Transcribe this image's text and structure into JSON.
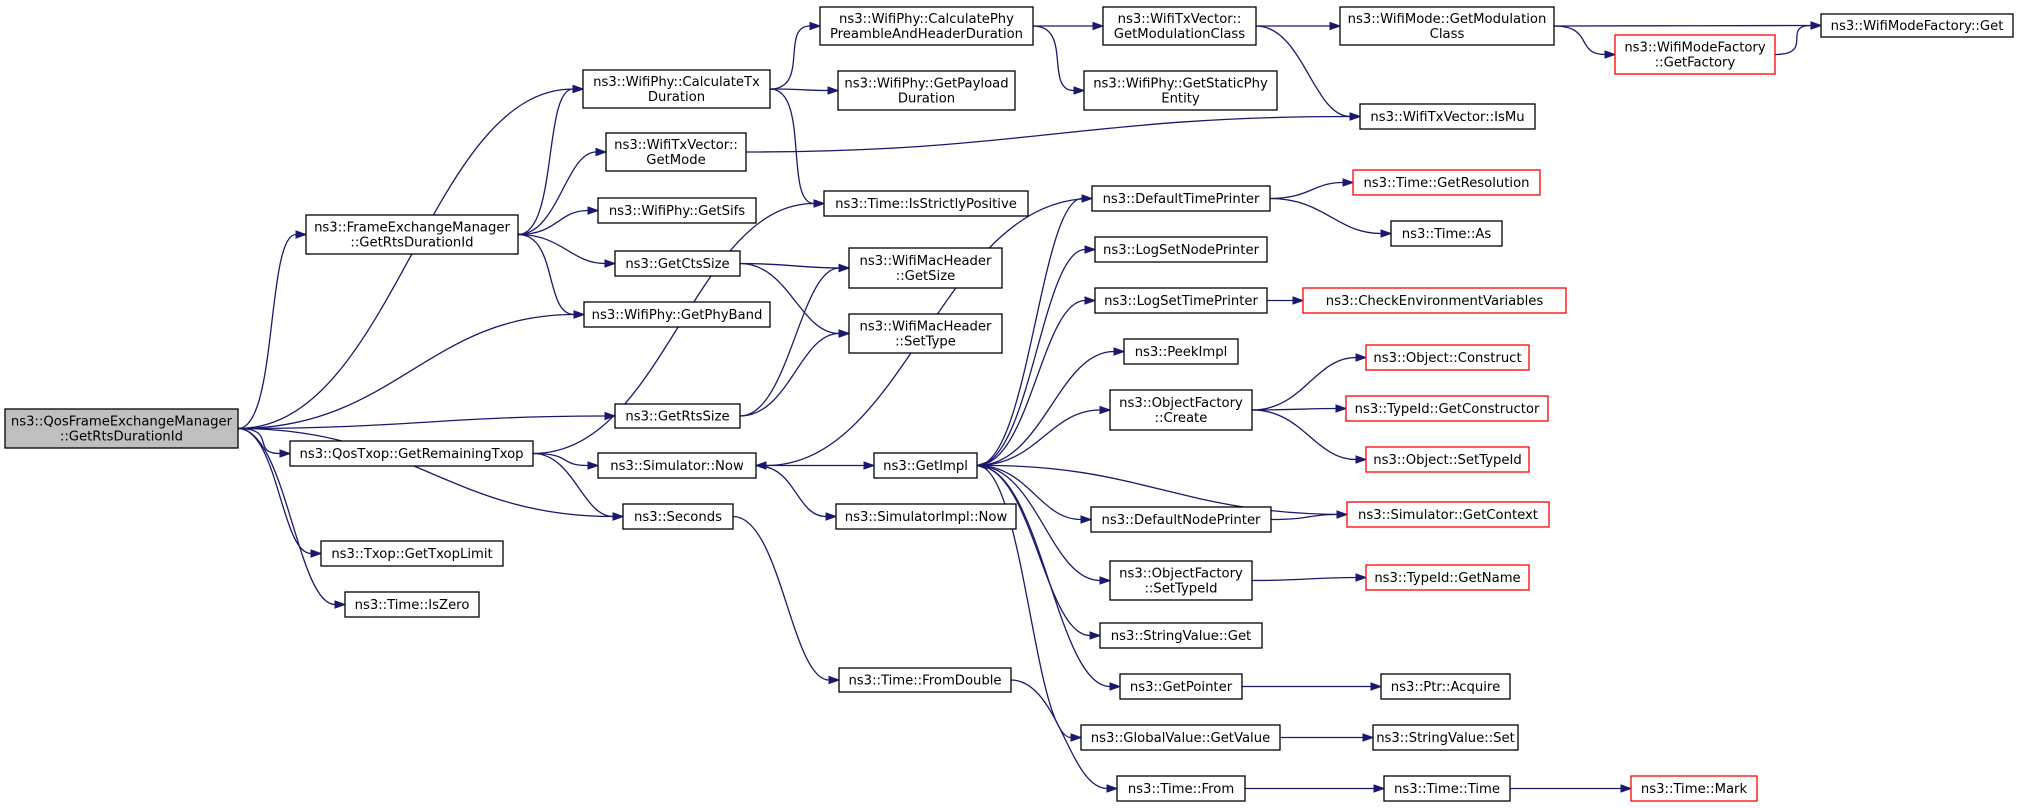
{
  "colors": {
    "edge": "#191970",
    "box_border": "#000000",
    "truncated_border": "#ff0000",
    "root_fill": "#bfbfbf",
    "fill": "#ffffff"
  },
  "nodes": [
    {
      "id": "root",
      "lines": [
        "ns3::QosFrameExchangeManager",
        "::GetRtsDurationId"
      ],
      "kind": "root"
    },
    {
      "id": "fem_getrts",
      "lines": [
        "ns3::FrameExchangeManager",
        "::GetRtsDurationId"
      ],
      "kind": "normal"
    },
    {
      "id": "calctx",
      "lines": [
        "ns3::WifiPhy::CalculateTx",
        "Duration"
      ],
      "kind": "normal"
    },
    {
      "id": "calcpre",
      "lines": [
        "ns3::WifiPhy::CalculatePhy",
        "PreambleAndHeaderDuration"
      ],
      "kind": "normal"
    },
    {
      "id": "getpayload",
      "lines": [
        "ns3::WifiPhy::GetPayload",
        "Duration"
      ],
      "kind": "normal"
    },
    {
      "id": "txv_getmodclass",
      "lines": [
        "ns3::WifiTxVector::",
        "GetModulationClass"
      ],
      "kind": "normal"
    },
    {
      "id": "getstaticphy",
      "lines": [
        "ns3::WifiPhy::GetStaticPhy",
        "Entity"
      ],
      "kind": "normal"
    },
    {
      "id": "wm_getmodclass",
      "lines": [
        "ns3::WifiMode::GetModulation",
        "Class"
      ],
      "kind": "normal"
    },
    {
      "id": "wmf_getfactory",
      "lines": [
        "ns3::WifiModeFactory",
        "::GetFactory"
      ],
      "kind": "truncated"
    },
    {
      "id": "wmf_get",
      "lines": [
        "ns3::WifiModeFactory::Get"
      ],
      "kind": "normal"
    },
    {
      "id": "ismu",
      "lines": [
        "ns3::WifiTxVector::IsMu"
      ],
      "kind": "normal"
    },
    {
      "id": "getmode",
      "lines": [
        "ns3::WifiTxVector::",
        "GetMode"
      ],
      "kind": "normal"
    },
    {
      "id": "getsifs",
      "lines": [
        "ns3::WifiPhy::GetSifs"
      ],
      "kind": "normal"
    },
    {
      "id": "getctssize",
      "lines": [
        "ns3::GetCtsSize"
      ],
      "kind": "normal"
    },
    {
      "id": "getphyband",
      "lines": [
        "ns3::WifiPhy::GetPhyBand"
      ],
      "kind": "normal"
    },
    {
      "id": "isstrictpos",
      "lines": [
        "ns3::Time::IsStrictlyPositive"
      ],
      "kind": "normal"
    },
    {
      "id": "mh_getsize",
      "lines": [
        "ns3::WifiMacHeader",
        "::GetSize"
      ],
      "kind": "normal"
    },
    {
      "id": "mh_settype",
      "lines": [
        "ns3::WifiMacHeader",
        "::SetType"
      ],
      "kind": "normal"
    },
    {
      "id": "getrtssize",
      "lines": [
        "ns3::GetRtsSize"
      ],
      "kind": "normal"
    },
    {
      "id": "getremtxop",
      "lines": [
        "ns3::QosTxop::GetRemainingTxop"
      ],
      "kind": "normal"
    },
    {
      "id": "simnow",
      "lines": [
        "ns3::Simulator::Now"
      ],
      "kind": "normal"
    },
    {
      "id": "seconds",
      "lines": [
        "ns3::Seconds"
      ],
      "kind": "normal"
    },
    {
      "id": "gettxoplimit",
      "lines": [
        "ns3::Txop::GetTxopLimit"
      ],
      "kind": "normal"
    },
    {
      "id": "iszero",
      "lines": [
        "ns3::Time::IsZero"
      ],
      "kind": "normal"
    },
    {
      "id": "getimpl",
      "lines": [
        "ns3::GetImpl"
      ],
      "kind": "normal"
    },
    {
      "id": "simimplnow",
      "lines": [
        "ns3::SimulatorImpl::Now"
      ],
      "kind": "normal"
    },
    {
      "id": "fromdouble",
      "lines": [
        "ns3::Time::FromDouble"
      ],
      "kind": "normal"
    },
    {
      "id": "deftimeprinter",
      "lines": [
        "ns3::DefaultTimePrinter"
      ],
      "kind": "normal"
    },
    {
      "id": "logsetnode",
      "lines": [
        "ns3::LogSetNodePrinter"
      ],
      "kind": "normal"
    },
    {
      "id": "logsettime",
      "lines": [
        "ns3::LogSetTimePrinter"
      ],
      "kind": "normal"
    },
    {
      "id": "peekimpl",
      "lines": [
        "ns3::PeekImpl"
      ],
      "kind": "normal"
    },
    {
      "id": "of_create",
      "lines": [
        "ns3::ObjectFactory",
        "::Create"
      ],
      "kind": "normal"
    },
    {
      "id": "defnodeprinter",
      "lines": [
        "ns3::DefaultNodePrinter"
      ],
      "kind": "normal"
    },
    {
      "id": "of_settypeid",
      "lines": [
        "ns3::ObjectFactory",
        "::SetTypeId"
      ],
      "kind": "normal"
    },
    {
      "id": "sv_get",
      "lines": [
        "ns3::StringValue::Get"
      ],
      "kind": "normal"
    },
    {
      "id": "getpointer",
      "lines": [
        "ns3::GetPointer"
      ],
      "kind": "normal"
    },
    {
      "id": "gv_getvalue",
      "lines": [
        "ns3::GlobalValue::GetValue"
      ],
      "kind": "normal"
    },
    {
      "id": "time_from",
      "lines": [
        "ns3::Time::From"
      ],
      "kind": "normal"
    },
    {
      "id": "getresolution",
      "lines": [
        "ns3::Time::GetResolution"
      ],
      "kind": "truncated"
    },
    {
      "id": "time_as",
      "lines": [
        "ns3::Time::As"
      ],
      "kind": "normal"
    },
    {
      "id": "checkenv",
      "lines": [
        "ns3::CheckEnvironmentVariables"
      ],
      "kind": "truncated"
    },
    {
      "id": "obj_construct",
      "lines": [
        "ns3::Object::Construct"
      ],
      "kind": "truncated"
    },
    {
      "id": "typeid_getctor",
      "lines": [
        "ns3::TypeId::GetConstructor"
      ],
      "kind": "truncated"
    },
    {
      "id": "obj_settypeid",
      "lines": [
        "ns3::Object::SetTypeId"
      ],
      "kind": "truncated"
    },
    {
      "id": "sim_getcontext",
      "lines": [
        "ns3::Simulator::GetContext"
      ],
      "kind": "truncated"
    },
    {
      "id": "typeid_getname",
      "lines": [
        "ns3::TypeId::GetName"
      ],
      "kind": "truncated"
    },
    {
      "id": "ptr_acquire",
      "lines": [
        "ns3::Ptr::Acquire"
      ],
      "kind": "normal"
    },
    {
      "id": "sv_set",
      "lines": [
        "ns3::StringValue::Set"
      ],
      "kind": "normal"
    },
    {
      "id": "time_time",
      "lines": [
        "ns3::Time::Time"
      ],
      "kind": "normal"
    },
    {
      "id": "time_mark",
      "lines": [
        "ns3::Time::Mark"
      ],
      "kind": "truncated"
    }
  ],
  "edges": [
    [
      "root",
      "fem_getrts"
    ],
    [
      "root",
      "calctx"
    ],
    [
      "root",
      "getphyband"
    ],
    [
      "root",
      "getrtssize"
    ],
    [
      "root",
      "getremtxop"
    ],
    [
      "root",
      "seconds"
    ],
    [
      "root",
      "gettxoplimit"
    ],
    [
      "root",
      "iszero"
    ],
    [
      "fem_getrts",
      "calctx"
    ],
    [
      "fem_getrts",
      "getmode"
    ],
    [
      "fem_getrts",
      "getsifs"
    ],
    [
      "fem_getrts",
      "getctssize"
    ],
    [
      "fem_getrts",
      "getphyband"
    ],
    [
      "calctx",
      "calcpre"
    ],
    [
      "calctx",
      "getpayload"
    ],
    [
      "calctx",
      "isstrictpos"
    ],
    [
      "calcpre",
      "txv_getmodclass"
    ],
    [
      "calcpre",
      "getstaticphy"
    ],
    [
      "txv_getmodclass",
      "wm_getmodclass"
    ],
    [
      "txv_getmodclass",
      "ismu"
    ],
    [
      "wm_getmodclass",
      "wmf_get"
    ],
    [
      "wm_getmodclass",
      "wmf_getfactory"
    ],
    [
      "wmf_getfactory",
      "wmf_get"
    ],
    [
      "getmode",
      "ismu"
    ],
    [
      "getctssize",
      "mh_getsize"
    ],
    [
      "getctssize",
      "mh_settype"
    ],
    [
      "getrtssize",
      "mh_getsize"
    ],
    [
      "getrtssize",
      "mh_settype"
    ],
    [
      "getremtxop",
      "isstrictpos"
    ],
    [
      "getremtxop",
      "simnow"
    ],
    [
      "getremtxop",
      "seconds"
    ],
    [
      "simnow",
      "getimpl"
    ],
    [
      "simnow",
      "simimplnow"
    ],
    [
      "seconds",
      "fromdouble"
    ],
    [
      "fromdouble",
      "time_from"
    ],
    [
      "getimpl",
      "deftimeprinter"
    ],
    [
      "getimpl",
      "logsetnode"
    ],
    [
      "getimpl",
      "logsettime"
    ],
    [
      "getimpl",
      "peekimpl"
    ],
    [
      "getimpl",
      "of_create"
    ],
    [
      "getimpl",
      "defnodeprinter"
    ],
    [
      "getimpl",
      "of_settypeid"
    ],
    [
      "getimpl",
      "sv_get"
    ],
    [
      "getimpl",
      "getpointer"
    ],
    [
      "getimpl",
      "gv_getvalue"
    ],
    [
      "deftimeprinter",
      "getresolution"
    ],
    [
      "deftimeprinter",
      "time_as"
    ],
    [
      "deftimeprinter",
      "simnow"
    ],
    [
      "logsettime",
      "checkenv"
    ],
    [
      "of_create",
      "obj_construct"
    ],
    [
      "of_create",
      "typeid_getctor"
    ],
    [
      "of_create",
      "obj_settypeid"
    ],
    [
      "defnodeprinter",
      "sim_getcontext"
    ],
    [
      "sim_getcontext",
      "getimpl"
    ],
    [
      "of_settypeid",
      "typeid_getname"
    ],
    [
      "getpointer",
      "ptr_acquire"
    ],
    [
      "gv_getvalue",
      "sv_set"
    ],
    [
      "time_from",
      "time_time"
    ],
    [
      "time_time",
      "time_mark"
    ]
  ]
}
